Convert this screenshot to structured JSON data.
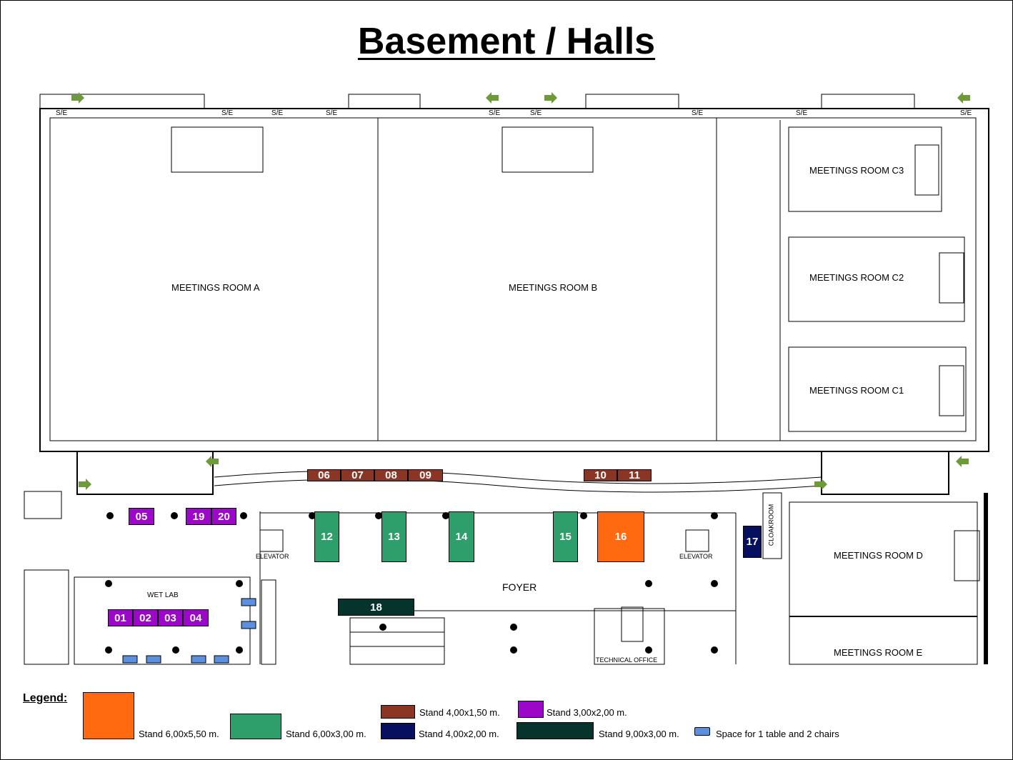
{
  "title": "Basement / Halls",
  "rooms": {
    "a": "MEETINGS ROOM A",
    "b": "MEETINGS ROOM B",
    "c3": "MEETINGS ROOM C3",
    "c2": "MEETINGS ROOM C2",
    "c1": "MEETINGS ROOM C1",
    "d": "MEETINGS ROOM D",
    "e": "MEETINGS ROOM E"
  },
  "areas": {
    "foyer": "FOYER",
    "wet_lab": "WET LAB",
    "cloakroom": "CLOAKROOM",
    "technical_office": "TECHNICAL OFFICE",
    "elevator": "ELEVATOR",
    "se": "S/E"
  },
  "stands": [
    {
      "id": "01",
      "type": "purple"
    },
    {
      "id": "02",
      "type": "purple"
    },
    {
      "id": "03",
      "type": "purple"
    },
    {
      "id": "04",
      "type": "purple"
    },
    {
      "id": "05",
      "type": "purple"
    },
    {
      "id": "06",
      "type": "brown"
    },
    {
      "id": "07",
      "type": "brown"
    },
    {
      "id": "08",
      "type": "brown"
    },
    {
      "id": "09",
      "type": "brown"
    },
    {
      "id": "10",
      "type": "brown"
    },
    {
      "id": "11",
      "type": "brown"
    },
    {
      "id": "12",
      "type": "green"
    },
    {
      "id": "13",
      "type": "green"
    },
    {
      "id": "14",
      "type": "green"
    },
    {
      "id": "15",
      "type": "green"
    },
    {
      "id": "16",
      "type": "orange"
    },
    {
      "id": "17",
      "type": "navy"
    },
    {
      "id": "18",
      "type": "darkgreen"
    },
    {
      "id": "19",
      "type": "purple"
    },
    {
      "id": "20",
      "type": "purple"
    }
  ],
  "legend": {
    "title": "Legend:",
    "items": [
      {
        "key": "orange",
        "label": "Stand 6,00x5,50 m.",
        "color": "#ff6a10"
      },
      {
        "key": "green",
        "label": "Stand 6,00x3,00 m.",
        "color": "#2e9e6a"
      },
      {
        "key": "brown",
        "label": "Stand 4,00x1,50 m.",
        "color": "#8b3524"
      },
      {
        "key": "navy",
        "label": "Stand 4,00x2,00 m.",
        "color": "#07105e"
      },
      {
        "key": "purple",
        "label": "Stand 3,00x2,00 m.",
        "color": "#9b08c8"
      },
      {
        "key": "darkgreen",
        "label": "Stand 9,00x3,00 m.",
        "color": "#06342c"
      },
      {
        "key": "table",
        "label": "Space for 1 table and 2 chairs",
        "color": "#5b8fe0"
      }
    ]
  },
  "colors": {
    "exit_arrow": "#6f9a3a",
    "wall": "#000000",
    "stand_text": "#ffffff"
  }
}
